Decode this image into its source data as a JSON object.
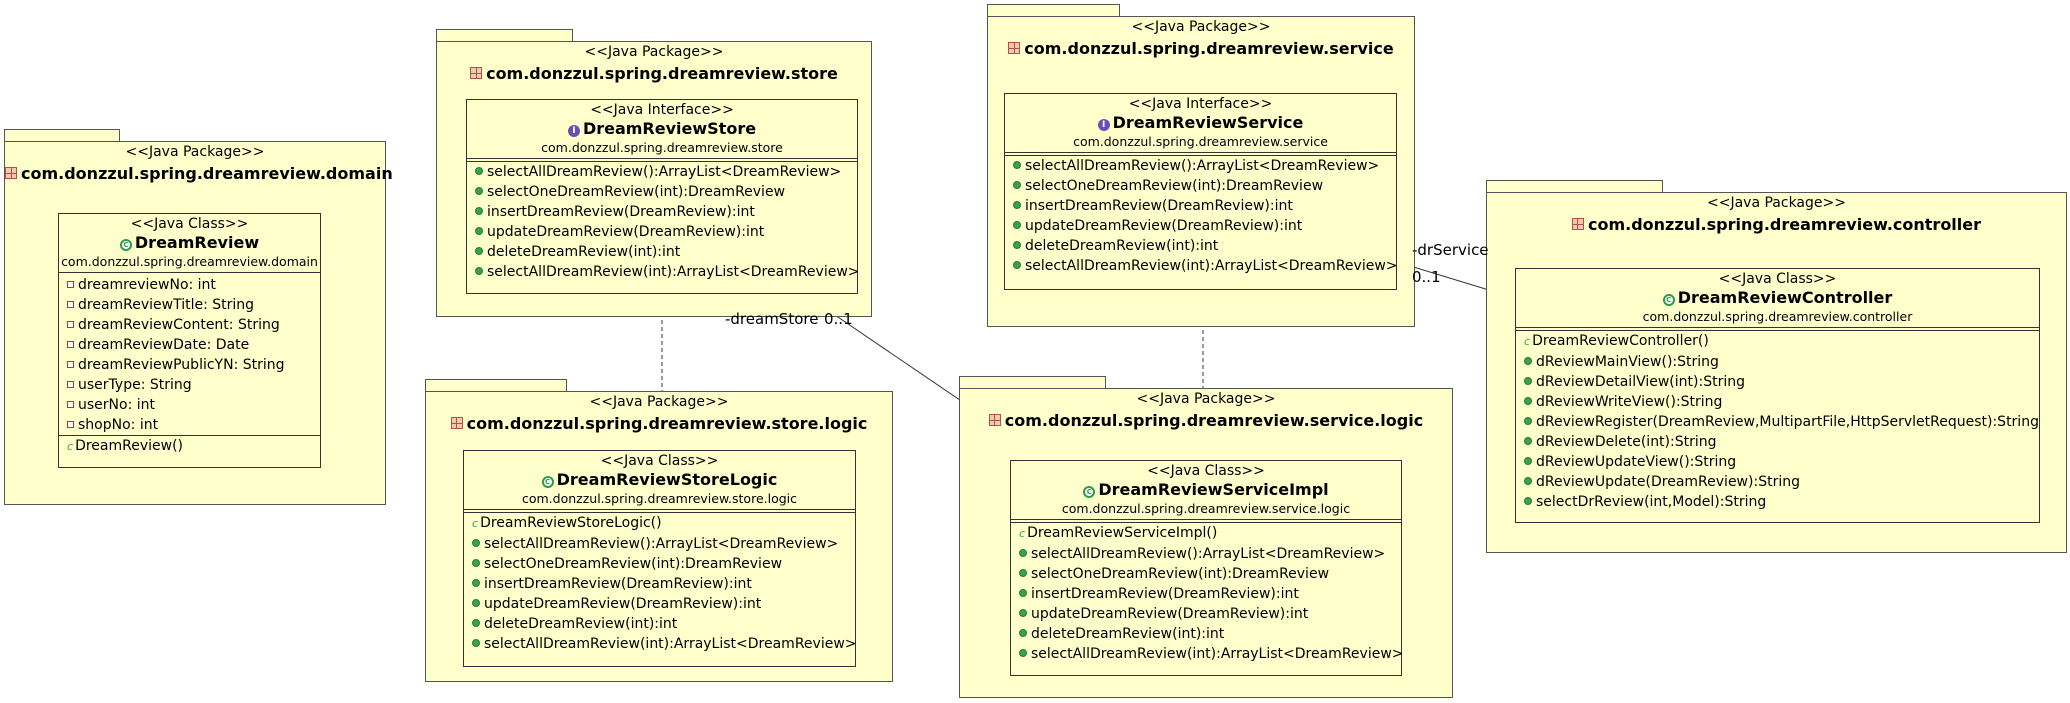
{
  "stereotypes": {
    "package": "<<Java Package>>",
    "class": "<<Java Class>>",
    "interface": "<<Java Interface>>"
  },
  "packages": {
    "domain": {
      "name": "com.donzzul.spring.dreamreview.domain"
    },
    "store": {
      "name": "com.donzzul.spring.dreamreview.store"
    },
    "store_logic": {
      "name": "com.donzzul.spring.dreamreview.store.logic"
    },
    "service": {
      "name": "com.donzzul.spring.dreamreview.service"
    },
    "service_logic": {
      "name": "com.donzzul.spring.dreamreview.service.logic"
    },
    "controller": {
      "name": "com.donzzul.spring.dreamreview.controller"
    }
  },
  "classes": {
    "dreamreview": {
      "name": "DreamReview",
      "package": "com.donzzul.spring.dreamreview.domain",
      "attributes": [
        "dreamreviewNo: int",
        "dreamReviewTitle: String",
        "dreamReviewContent: String",
        "dreamReviewDate: Date",
        "dreamReviewPublicYN: String",
        "userType: String",
        "userNo: int",
        "shopNo: int"
      ],
      "constructors": [
        "DreamReview()"
      ]
    },
    "store": {
      "name": "DreamReviewStore",
      "package": "com.donzzul.spring.dreamreview.store",
      "methods": [
        "selectAllDreamReview():ArrayList<DreamReview>",
        "selectOneDreamReview(int):DreamReview",
        "insertDreamReview(DreamReview):int",
        "updateDreamReview(DreamReview):int",
        "deleteDreamReview(int):int",
        "selectAllDreamReview(int):ArrayList<DreamReview>"
      ]
    },
    "store_logic": {
      "name": "DreamReviewStoreLogic",
      "package": "com.donzzul.spring.dreamreview.store.logic",
      "constructors": [
        "DreamReviewStoreLogic()"
      ],
      "methods": [
        "selectAllDreamReview():ArrayList<DreamReview>",
        "selectOneDreamReview(int):DreamReview",
        "insertDreamReview(DreamReview):int",
        "updateDreamReview(DreamReview):int",
        "deleteDreamReview(int):int",
        "selectAllDreamReview(int):ArrayList<DreamReview>"
      ]
    },
    "service": {
      "name": "DreamReviewService",
      "package": "com.donzzul.spring.dreamreview.service",
      "methods": [
        "selectAllDreamReview():ArrayList<DreamReview>",
        "selectOneDreamReview(int):DreamReview",
        "insertDreamReview(DreamReview):int",
        "updateDreamReview(DreamReview):int",
        "deleteDreamReview(int):int",
        "selectAllDreamReview(int):ArrayList<DreamReview>"
      ]
    },
    "service_impl": {
      "name": "DreamReviewServiceImpl",
      "package": "com.donzzul.spring.dreamreview.service.logic",
      "constructors": [
        "DreamReviewServiceImpl()"
      ],
      "methods": [
        "selectAllDreamReview():ArrayList<DreamReview>",
        "selectOneDreamReview(int):DreamReview",
        "insertDreamReview(DreamReview):int",
        "updateDreamReview(DreamReview):int",
        "deleteDreamReview(int):int",
        "selectAllDreamReview(int):ArrayList<DreamReview>"
      ]
    },
    "controller": {
      "name": "DreamReviewController",
      "package": "com.donzzul.spring.dreamreview.controller",
      "constructors": [
        "DreamReviewController()"
      ],
      "methods": [
        "dReviewMainView():String",
        "dReviewDetailView(int):String",
        "dReviewWriteView():String",
        "dReviewRegister(DreamReview,MultipartFile,HttpServletRequest):String",
        "dReviewDelete(int):String",
        "dReviewUpdateView():String",
        "dReviewUpdate(DreamReview):String",
        "selectDrReview(int,Model):String"
      ]
    }
  },
  "associations": {
    "dream_store": {
      "role": "-dreamStore",
      "multiplicity": "0..1"
    },
    "dr_service": {
      "role": "-drService",
      "multiplicity": "0..1"
    }
  },
  "colors": {
    "fill": "#ffffcc",
    "border": "#333333",
    "public": "#3aa34a",
    "private": "#c03030",
    "interface_icon": "#6a4fb0"
  }
}
